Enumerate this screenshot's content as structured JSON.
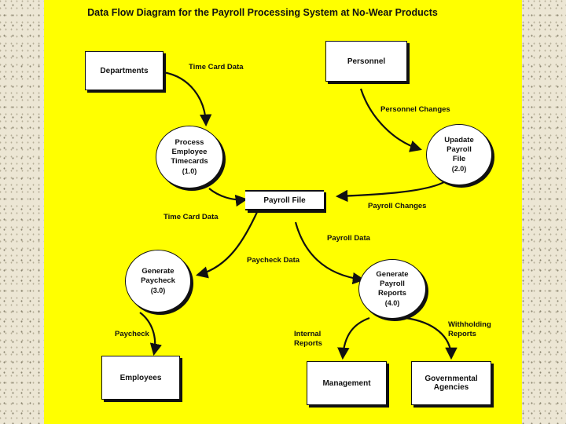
{
  "diagram": {
    "title": "Data Flow Diagram for the Payroll Processing System at No-Wear Products",
    "entities": {
      "departments": "Departments",
      "personnel": "Personnel",
      "employees": "Employees",
      "management": "Management",
      "governmental_agencies": "Governmental Agencies"
    },
    "processes": {
      "p1": {
        "lines": [
          "Process",
          "Employee",
          "Timecards"
        ],
        "id": "(1.0)"
      },
      "p2": {
        "lines": [
          "Upadate",
          "Payroll",
          "File"
        ],
        "id": "(2.0)"
      },
      "p3": {
        "lines": [
          "Generate",
          "Paycheck"
        ],
        "id": "(3.0)"
      },
      "p4": {
        "lines": [
          "Generate",
          "Payroll",
          "Reports"
        ],
        "id": "(4.0)"
      }
    },
    "data_store": "Payroll File",
    "flows": {
      "time_card_data_1": "Time Card Data",
      "personnel_changes": "Personnel Changes",
      "time_card_data_2": "Time Card Data",
      "payroll_changes": "Payroll Changes",
      "payroll_data": "Payroll Data",
      "paycheck_data": "Paycheck Data",
      "paycheck": "Paycheck",
      "internal_reports": [
        "Internal",
        "Reports"
      ],
      "withholding_reports": [
        "Withholding",
        "Reports"
      ]
    }
  }
}
